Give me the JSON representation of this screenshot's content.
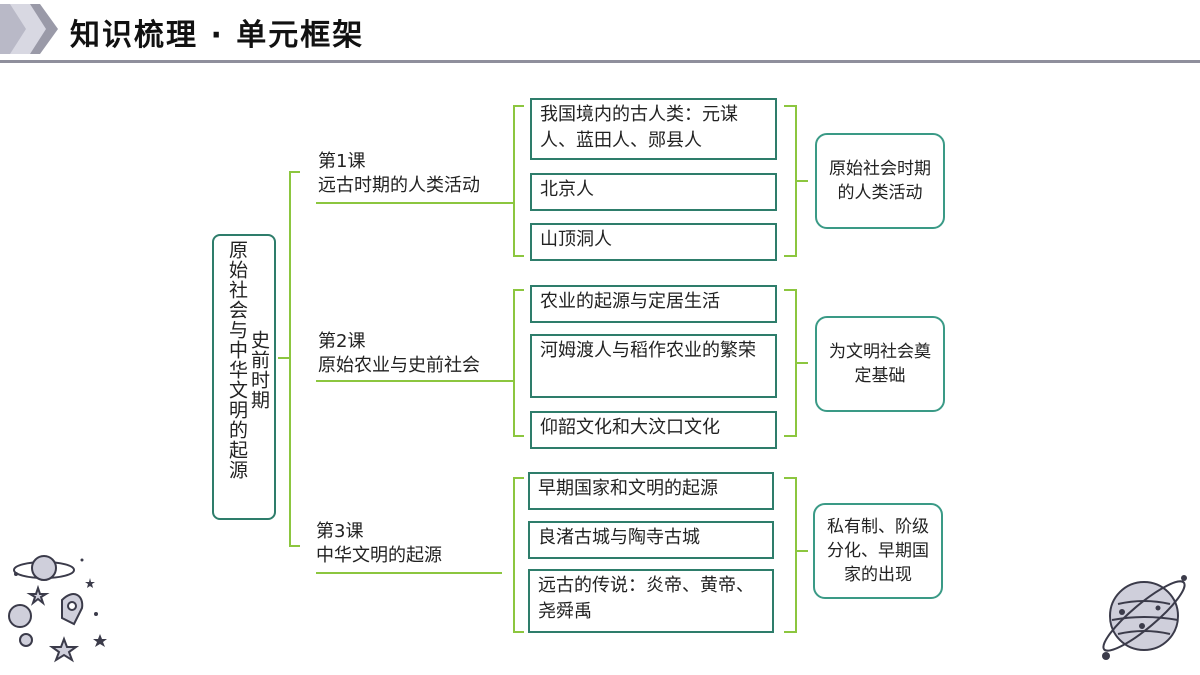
{
  "header": {
    "title": "知识梳理 · 单元框架"
  },
  "main": {
    "title_col1": "原始社会与中华文明的起源",
    "title_col2": "史前时期"
  },
  "lessons": [
    {
      "num": "第1课",
      "name": "远古时期的人类活动",
      "items": [
        "我国境内的古人类：元谋人、蓝田人、郧县人",
        "北京人",
        "山顶洞人"
      ],
      "summary": "原始社会时期的人类活动"
    },
    {
      "num": "第2课",
      "name": "原始农业与史前社会",
      "items": [
        "农业的起源与定居生活",
        "河姆渡人与稻作农业的繁荣",
        "仰韶文化和大汶口文化"
      ],
      "summary": "为文明社会奠定基础"
    },
    {
      "num": "第3课",
      "name": "中华文明的起源",
      "items": [
        "早期国家和文明的起源",
        "良渚古城与陶寺古城",
        "远古的传说：炎帝、黄帝、尧舜禹"
      ],
      "summary": "私有制、阶级分化、早期国家的出现"
    }
  ],
  "colors": {
    "line": "#8cc63f",
    "box_border": "#2e7d6b",
    "summary_border": "#3a9a86",
    "header_rule": "#8f8f9c"
  },
  "decor": {
    "left": "planet-rocket-stars-icon",
    "right": "planet-icon"
  }
}
